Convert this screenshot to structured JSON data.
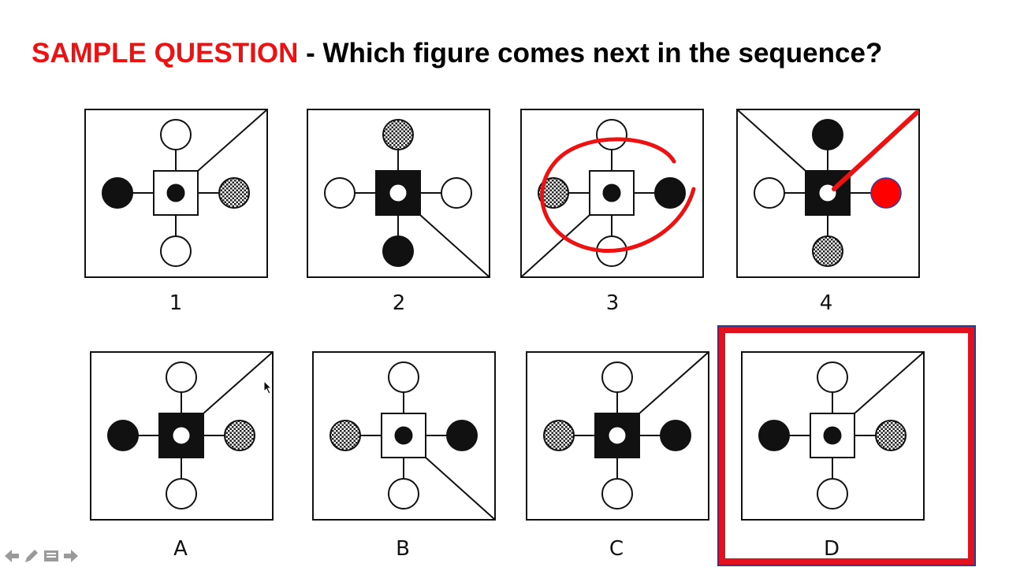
{
  "title": {
    "highlight": "SAMPLE QUESTION",
    "rest": " - Which figure comes next in the sequence?"
  },
  "colors": {
    "accent_red": "#ee1111",
    "answer_box_red": "#e3101d"
  },
  "sequence": [
    {
      "label": "1",
      "center_square": "white",
      "center_dot": "black",
      "top": "white",
      "right": "checker",
      "bottom": "white",
      "left": "black",
      "diagonal": "top-right"
    },
    {
      "label": "2",
      "center_square": "black",
      "center_dot": "white",
      "top": "checker",
      "right": "white",
      "bottom": "black",
      "left": "white",
      "diagonal": "bottom-right"
    },
    {
      "label": "3",
      "center_square": "white",
      "center_dot": "black",
      "top": "white",
      "right": "black",
      "bottom": "white",
      "left": "checker",
      "diagonal": "bottom-left"
    },
    {
      "label": "4",
      "center_square": "black",
      "center_dot": "white",
      "top": "black",
      "right": "red",
      "bottom": "checker",
      "left": "white",
      "diagonal": "top-left"
    }
  ],
  "options": [
    {
      "label": "A",
      "center_square": "black",
      "center_dot": "white",
      "top": "white",
      "right": "checker",
      "bottom": "white",
      "left": "black",
      "diagonal": "top-right"
    },
    {
      "label": "B",
      "center_square": "white",
      "center_dot": "black",
      "top": "white",
      "right": "black",
      "bottom": "white",
      "left": "checker",
      "diagonal": "bottom-right"
    },
    {
      "label": "C",
      "center_square": "black",
      "center_dot": "white",
      "top": "white",
      "right": "black",
      "bottom": "white",
      "left": "checker",
      "diagonal": "top-right"
    },
    {
      "label": "D",
      "center_square": "white",
      "center_dot": "black",
      "top": "white",
      "right": "checker",
      "bottom": "white",
      "left": "black",
      "diagonal": "top-right"
    }
  ],
  "selected_option": "D",
  "toolbar": {
    "icons": [
      "arrow-left-icon",
      "pen-icon",
      "menu-icon",
      "arrow-right-icon"
    ]
  }
}
